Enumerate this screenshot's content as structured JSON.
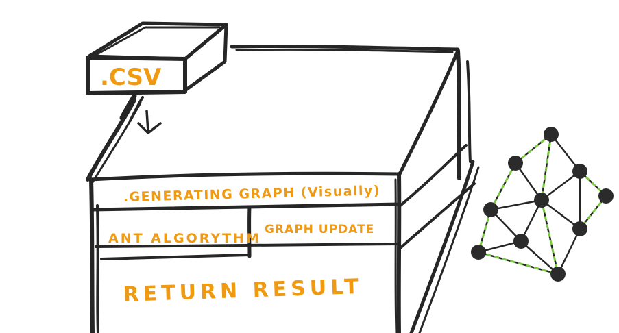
{
  "file_box": {
    "label": ".CSV"
  },
  "sections": {
    "generating_graph": ".GENERATING GRAPH (Visually)",
    "ant_algorithm": "ANT ALGORYTHM",
    "graph_update": "GRAPH UPDATE",
    "return_result": "RETURN RESULT"
  },
  "graph": {
    "nodes": [
      "n-top",
      "n-upper-left",
      "n-upper-right",
      "n-far-right",
      "n-left",
      "n-center",
      "n-right",
      "n-bottom-left",
      "n-bottom-mid",
      "n-bottom"
    ],
    "edges": [
      {
        "from": "n-top",
        "to": "n-upper-left",
        "style": "green"
      },
      {
        "from": "n-top",
        "to": "n-upper-right",
        "style": "black"
      },
      {
        "from": "n-top",
        "to": "n-center",
        "style": "green"
      },
      {
        "from": "n-upper-left",
        "to": "n-left",
        "style": "green"
      },
      {
        "from": "n-upper-left",
        "to": "n-center",
        "style": "black"
      },
      {
        "from": "n-upper-right",
        "to": "n-far-right",
        "style": "green"
      },
      {
        "from": "n-upper-right",
        "to": "n-center",
        "style": "black"
      },
      {
        "from": "n-upper-right",
        "to": "n-right",
        "style": "black"
      },
      {
        "from": "n-far-right",
        "to": "n-right",
        "style": "green"
      },
      {
        "from": "n-left",
        "to": "n-center",
        "style": "black"
      },
      {
        "from": "n-left",
        "to": "n-bottom-left",
        "style": "green"
      },
      {
        "from": "n-left",
        "to": "n-bottom-mid",
        "style": "black"
      },
      {
        "from": "n-center",
        "to": "n-bottom-mid",
        "style": "black"
      },
      {
        "from": "n-center",
        "to": "n-right",
        "style": "black"
      },
      {
        "from": "n-center",
        "to": "n-bottom",
        "style": "green"
      },
      {
        "from": "n-right",
        "to": "n-bottom",
        "style": "black"
      },
      {
        "from": "n-bottom-left",
        "to": "n-bottom-mid",
        "style": "black"
      },
      {
        "from": "n-bottom-left",
        "to": "n-bottom",
        "style": "green"
      },
      {
        "from": "n-bottom-mid",
        "to": "n-bottom",
        "style": "black"
      }
    ]
  },
  "colors": {
    "label": "#f09a12",
    "ink": "#262626",
    "highlight_edge": "#7ac943"
  }
}
